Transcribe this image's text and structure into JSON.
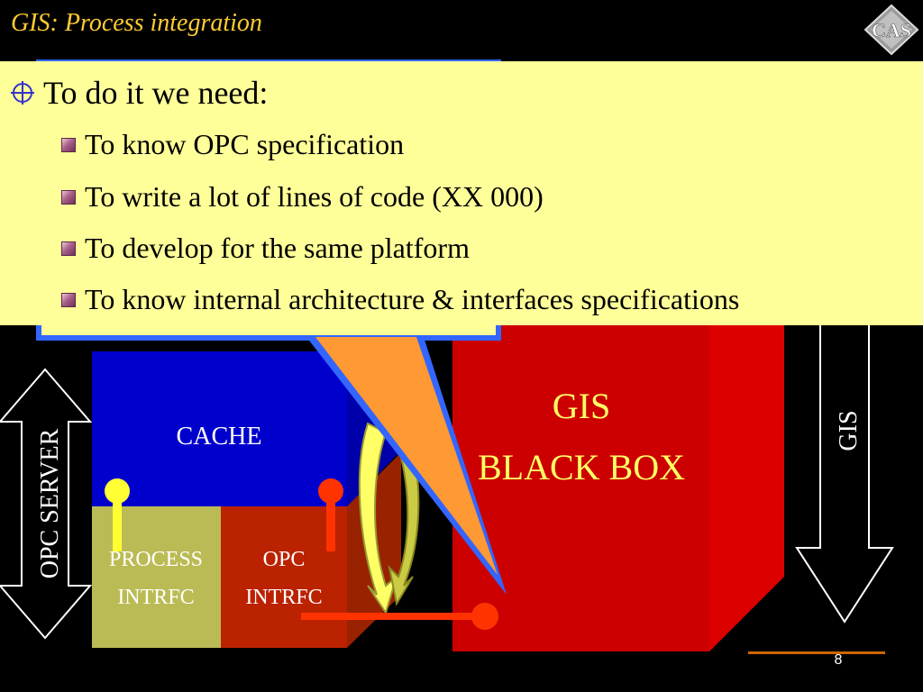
{
  "slide": {
    "title": "GIS: Process integration",
    "logo_text": "CAS",
    "page_number": "8"
  },
  "diagram": {
    "opc_server_label": "OPC SERVER",
    "cache_label": "CACHE",
    "process_interface_line1": "PROCESS",
    "process_interface_line2": "INTRFC",
    "opc_interface_line1": "OPC",
    "opc_interface_line2": "INTRFC",
    "gis_box_line1": "GIS",
    "gis_box_line2": "BLACK BOX",
    "gis_arrow_label": "GIS"
  },
  "callout": {
    "heading": "To do it we need:",
    "items": [
      "To know OPC specification",
      "To write a lot of lines of code (XX 000)",
      "To develop for the same platform",
      "To know internal architecture & interfaces specifications"
    ]
  },
  "colors": {
    "title": "#ffcc33",
    "callout_fill": "#ffff99",
    "callout_pointer": "#ff9933",
    "callout_border": "#3366ff",
    "cache_blue": "#0000cc",
    "process_olive": "#bbbb55",
    "opc_red": "#bb2200",
    "gis_red": "#cc0000",
    "arrow_outline": "#ffffff"
  }
}
